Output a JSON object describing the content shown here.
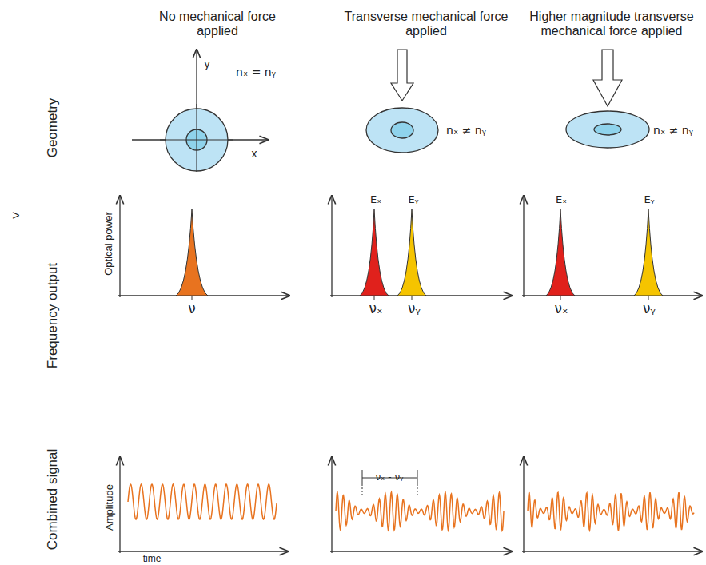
{
  "diagram": {
    "labels": [
      "No mechanical force applied",
      "Transverse mechanical force applied",
      "Higher magnitude transverse mechanical force applied",
      "Geometry",
      "Frequency output",
      "Combined signal",
      ">",
      "y",
      "x",
      "nₓ = nᵧ",
      "nₓ ≠ nᵧ",
      "nₓ ≠ nᵧ",
      "Optical power",
      "ν",
      "Eₓ",
      "Eᵧ",
      "νₓ",
      "νᵧ",
      "Eₓ",
      "Eᵧ",
      "νₓ",
      "νᵧ",
      "Amplitude",
      "time",
      "νₓ - νᵧ"
    ]
  }
}
